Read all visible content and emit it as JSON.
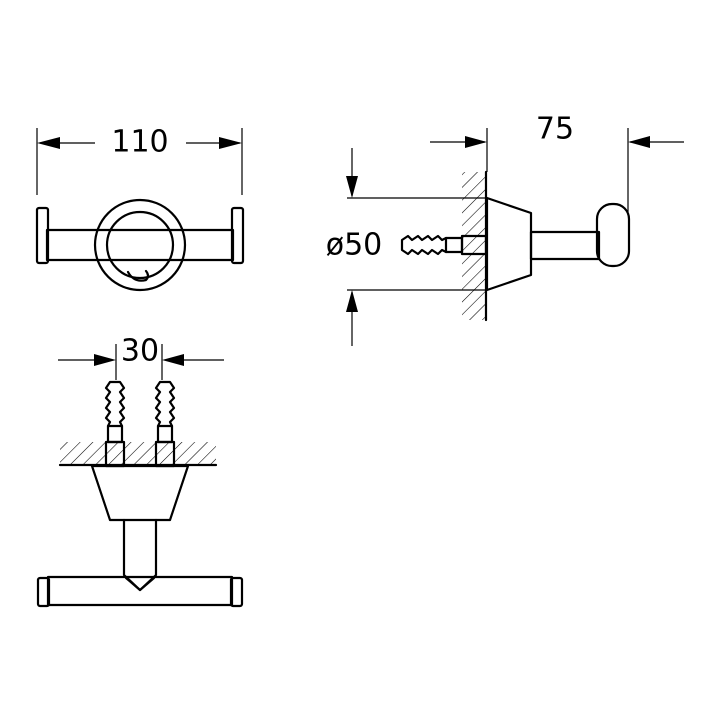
{
  "dimensions": {
    "width_top": "110",
    "depth_side": "75",
    "diameter_side": "ø50",
    "screw_spacing": "30"
  },
  "colors": {
    "line": "#000000",
    "background": "#ffffff"
  }
}
